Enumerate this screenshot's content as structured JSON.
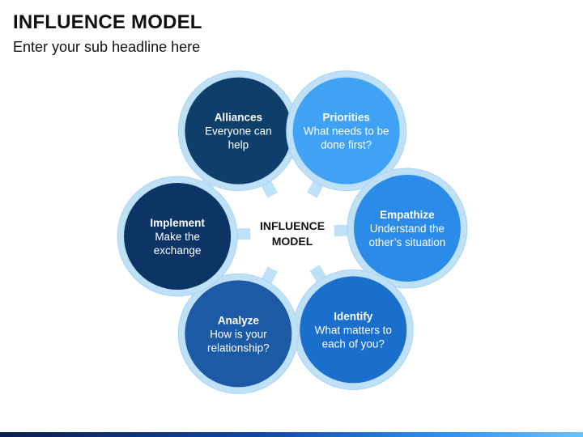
{
  "header": {
    "title": "INFLUENCE MODEL",
    "subtitle": "Enter your sub headline here"
  },
  "diagram": {
    "center": {
      "lines": [
        "INFLUENCE",
        "MODEL"
      ]
    },
    "nodes": [
      {
        "key": "alliances",
        "title": "Alliances",
        "lines": [
          "Everyone can",
          "help"
        ],
        "color": "#0e3f6b"
      },
      {
        "key": "priorities",
        "title": "Priorities",
        "lines": [
          "What needs to be",
          "done first?"
        ],
        "color": "#3fa2f5"
      },
      {
        "key": "empathize",
        "title": "Empathize",
        "lines": [
          "Understand the",
          "other’s situation"
        ],
        "color": "#2a8ce8"
      },
      {
        "key": "identify",
        "title": "Identify",
        "lines": [
          "What matters to",
          "each of you?"
        ],
        "color": "#1a6fcc"
      },
      {
        "key": "analyze",
        "title": "Analyze",
        "lines": [
          "How is your",
          "relationship?"
        ],
        "color": "#1c5aa6"
      },
      {
        "key": "implement",
        "title": "Implement",
        "lines": [
          "Make the",
          "exchange"
        ],
        "color": "#0c3566"
      }
    ],
    "ring_color": "#bfe1f7",
    "ring_stroke": "#a9d3f2"
  },
  "footer": {
    "bar_colors": [
      "#0b1f4d",
      "#1246a8",
      "#2a8ff0",
      "#66c2ff"
    ]
  }
}
